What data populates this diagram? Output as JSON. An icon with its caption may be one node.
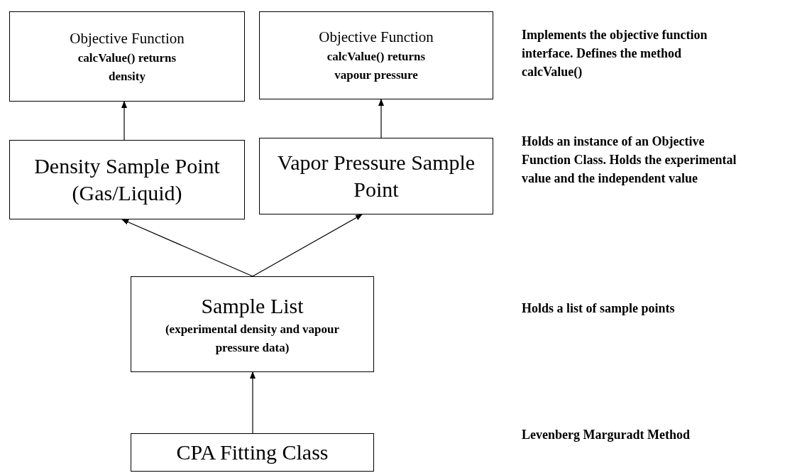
{
  "diagram": {
    "nodes": [
      {
        "text": [
          "Objective Function",
          "calcValue() returns density"
        ]
      },
      {
        "text": [
          "Objective Function",
          "calcValue() returns vapour pressure"
        ]
      },
      {
        "text": [
          "Density Sample Point (Gas/Liquid)"
        ]
      },
      {
        "text": [
          "Vapor Pressure Sample Point"
        ]
      },
      {
        "text": [
          "Sample List",
          "(experimental density and vapour pressure data)"
        ]
      },
      {
        "text": [
          "CPA Fitting Class"
        ]
      }
    ],
    "edges": [
      {
        "from": 2,
        "to": 0,
        "arrow": "to"
      },
      {
        "from": 3,
        "to": 1,
        "arrow": "to"
      },
      {
        "from": 4,
        "to": 2,
        "arrow": "to"
      },
      {
        "from": 4,
        "to": 3,
        "arrow": "to"
      },
      {
        "from": 5,
        "to": 4,
        "arrow": "to"
      }
    ],
    "labels": [
      "Implements the objective function interface. Defines the method calcValue()",
      "Holds an instance of an Objective Function Class. Holds the experimental value and the independent value",
      "Holds a list of sample points",
      "Levenberg Marguradt Method"
    ]
  }
}
